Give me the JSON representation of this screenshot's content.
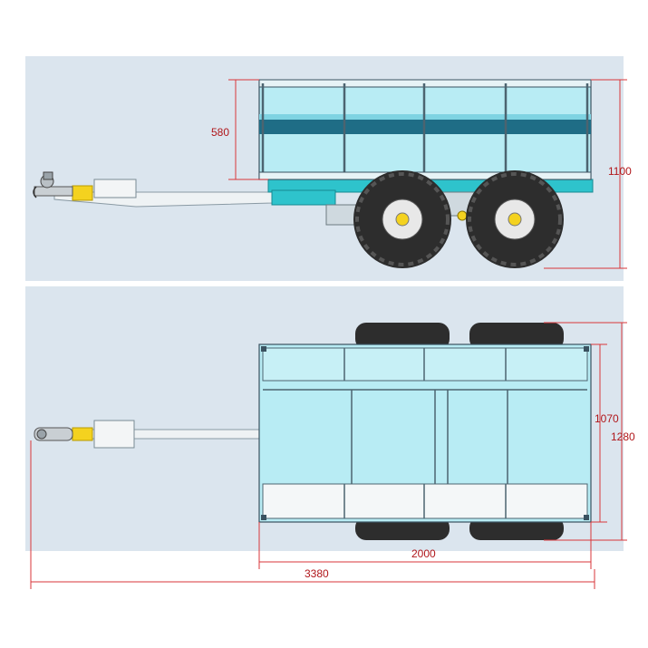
{
  "colors": {
    "panel_background": "#dbe5ee",
    "bed_fill": "#b8ecf4",
    "bed_dark_stripe": "#1f6d86",
    "frame": "#2ec3cc",
    "tyre": "#2d2d2d",
    "hub": "#e8e8e8",
    "coupler_yellow": "#f4d21f",
    "drawbar": "#e9eef1",
    "dimension_line": "#d9363a",
    "dimension_text": "#b0161a"
  },
  "side_view": {
    "dims": {
      "side_height": "580",
      "overall_height": "1100"
    }
  },
  "top_view": {
    "dims": {
      "inner_width": "1070",
      "overall_width": "1280",
      "bed_length": "2000",
      "overall_length": "3380"
    }
  }
}
